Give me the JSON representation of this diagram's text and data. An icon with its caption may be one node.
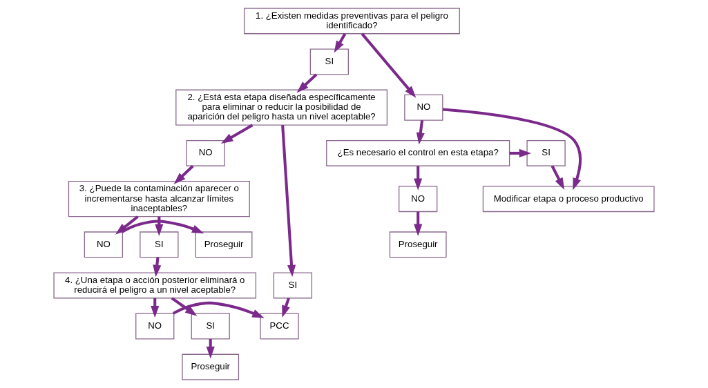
{
  "diagram": {
    "nodes": [
      {
        "text": [
          "1. ¿Existen medidas preventivas para el peligro identificado?"
        ]
      },
      {
        "text": [
          "SI"
        ]
      },
      {
        "text": [
          "NO"
        ]
      },
      {
        "text": [
          "Modificar etapa o proceso productivo"
        ]
      },
      {
        "text": [
          "2. ¿Está esta etapa diseñada específicamente para eliminar o reducir la posibilidad de aparición del peligro hasta un nivel aceptable?"
        ]
      },
      {
        "text": [
          "¿Es necesario el control en esta etapa?"
        ]
      },
      {
        "text": [
          "SI"
        ]
      },
      {
        "text": [
          "NO"
        ]
      },
      {
        "text": [
          "SI"
        ]
      },
      {
        "text": [
          "NO"
        ]
      },
      {
        "text": [
          "3. ¿Puede la contaminación aparecer o incrementarse hasta alcanzar límites inaceptables?"
        ]
      },
      {
        "text": [
          "Proseguir"
        ]
      },
      {
        "text": [
          "SI"
        ]
      },
      {
        "text": [
          "NO"
        ]
      },
      {
        "text": [
          "Proseguir"
        ]
      },
      {
        "text": [
          "4. ¿Una etapa o acción posterior eliminará o reducirá el peligro a un nivel aceptable?"
        ]
      },
      {
        "text": [
          "SI"
        ]
      },
      {
        "text": [
          "NO"
        ]
      },
      {
        "text": [
          "PCC"
        ]
      },
      {
        "text": [
          "Proseguir"
        ]
      }
    ],
    "edges": [
      {
        "from": 0,
        "to": 1,
        "arrow": "to"
      },
      {
        "from": 1,
        "to": 4,
        "arrow": "to"
      },
      {
        "from": 0,
        "to": 2,
        "arrow": "to"
      },
      {
        "from": 2,
        "to": 3,
        "arrow": "to"
      },
      {
        "from": 2,
        "to": 5,
        "arrow": "to"
      },
      {
        "from": 5,
        "to": 6,
        "arrow": "to"
      },
      {
        "from": 6,
        "to": 3,
        "arrow": "to"
      },
      {
        "from": 5,
        "to": 9,
        "arrow": "to"
      },
      {
        "from": 9,
        "to": 11,
        "arrow": "to"
      },
      {
        "from": 4,
        "to": 7,
        "arrow": "to"
      },
      {
        "from": 4,
        "to": 8,
        "arrow": "to"
      },
      {
        "from": 7,
        "to": 10,
        "arrow": "to"
      },
      {
        "from": 8,
        "to": 18,
        "arrow": "to"
      },
      {
        "from": 10,
        "to": 12,
        "arrow": "to"
      },
      {
        "from": 10,
        "to": 13,
        "arrow": "to"
      },
      {
        "from": 13,
        "to": 14,
        "arrow": "to"
      },
      {
        "from": 12,
        "to": 15,
        "arrow": "to"
      },
      {
        "from": 15,
        "to": 16,
        "arrow": "to"
      },
      {
        "from": 15,
        "to": 17,
        "arrow": "to"
      },
      {
        "from": 16,
        "to": 19,
        "arrow": "to"
      },
      {
        "from": 17,
        "to": 18,
        "arrow": "to"
      }
    ]
  }
}
